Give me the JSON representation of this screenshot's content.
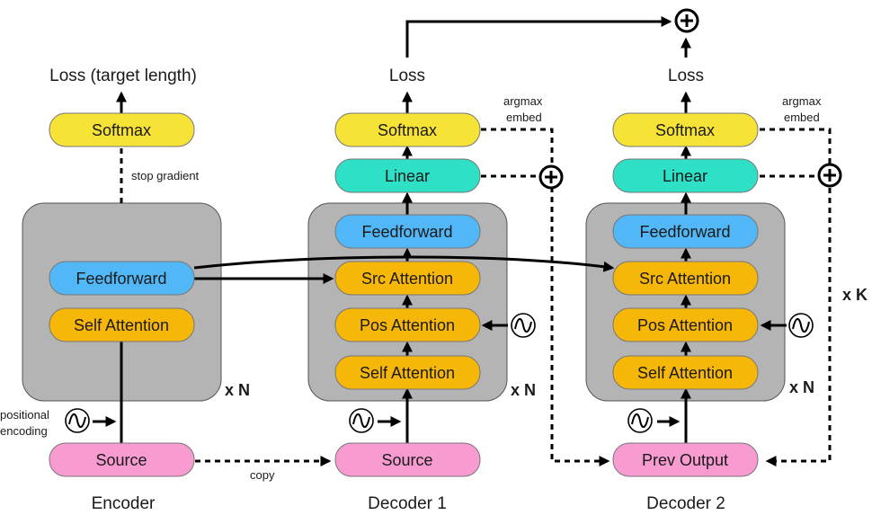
{
  "encoder": {
    "title": "Encoder",
    "loss": "Loss (target length)",
    "softmax": "Softmax",
    "stop_gradient": "stop gradient",
    "feedforward": "Feedforward",
    "self_attention": "Self Attention",
    "repeat": "x N",
    "positional_encoding_line1": "positional",
    "positional_encoding_line2": "encoding",
    "source": "Source",
    "copy": "copy"
  },
  "decoder1": {
    "title": "Decoder 1",
    "loss": "Loss",
    "argmax_line1": "argmax",
    "argmax_line2": "embed",
    "softmax": "Softmax",
    "linear": "Linear",
    "feedforward": "Feedforward",
    "src_attention": "Src Attention",
    "pos_attention": "Pos Attention",
    "self_attention": "Self Attention",
    "repeat": "x N",
    "source": "Source"
  },
  "decoder2": {
    "title": "Decoder 2",
    "loss": "Loss",
    "argmax_line1": "argmax",
    "argmax_line2": "embed",
    "softmax": "Softmax",
    "linear": "Linear",
    "feedforward": "Feedforward",
    "src_attention": "Src Attention",
    "pos_attention": "Pos Attention",
    "self_attention": "Self Attention",
    "repeat": "x N",
    "prev_output": "Prev Output"
  },
  "loop_repeat": "x K",
  "colors": {
    "softmax": "#f7e336",
    "linear": "#2ee0c6",
    "feedforward": "#52b7f7",
    "attention": "#f7b708",
    "source": "#f79bd1",
    "block": "#b4b4b4"
  }
}
